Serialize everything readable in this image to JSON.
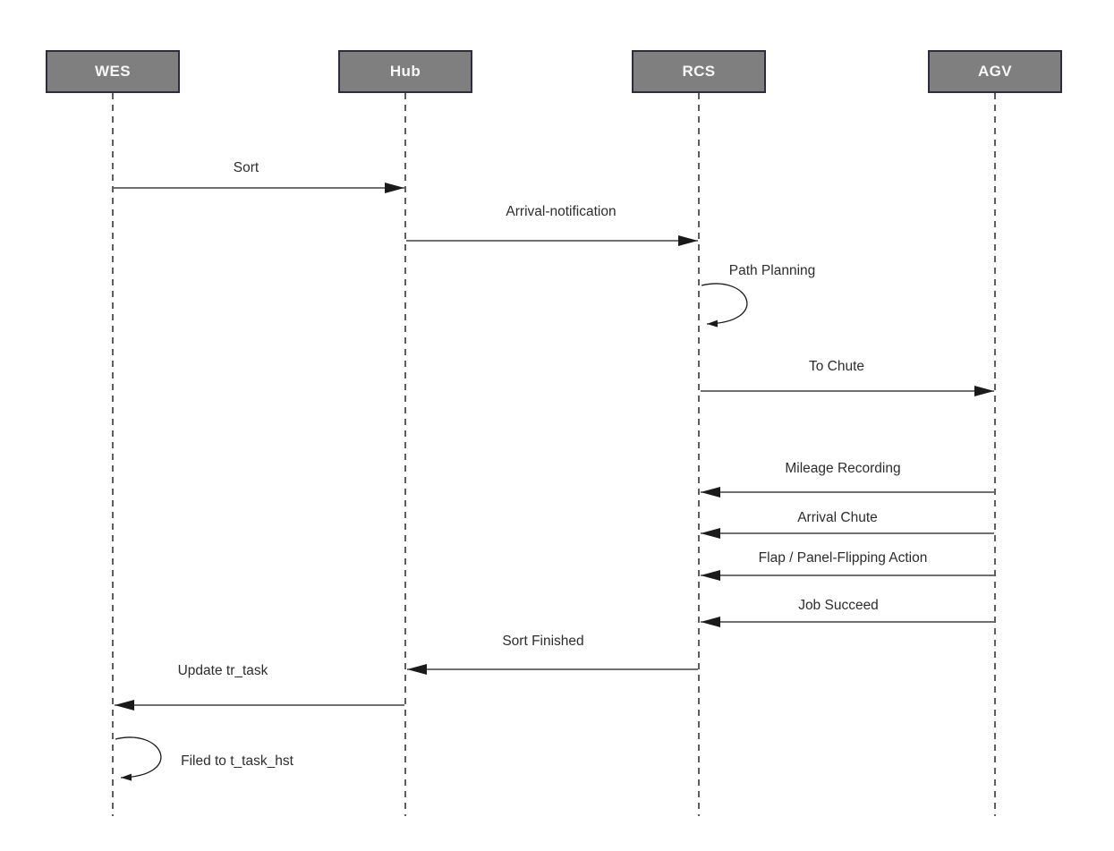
{
  "diagram": {
    "type": "sequence-diagram",
    "actors": [
      {
        "name": "WES"
      },
      {
        "name": "Hub"
      },
      {
        "name": "RCS"
      },
      {
        "name": "AGV"
      }
    ],
    "messages": [
      {
        "from": "WES",
        "to": "Hub",
        "kind": "arrow",
        "label": "Sort"
      },
      {
        "from": "Hub",
        "to": "RCS",
        "kind": "arrow",
        "label": "Arrival-notification"
      },
      {
        "from": "RCS",
        "to": "RCS",
        "kind": "self-loop",
        "label": "Path Planning"
      },
      {
        "from": "RCS",
        "to": "AGV",
        "kind": "arrow",
        "label": "To Chute"
      },
      {
        "from": "AGV",
        "to": "RCS",
        "kind": "arrow",
        "label": "Mileage Recording"
      },
      {
        "from": "AGV",
        "to": "RCS",
        "kind": "arrow",
        "label": "Arrival Chute"
      },
      {
        "from": "AGV",
        "to": "RCS",
        "kind": "arrow",
        "label": "Flap / Panel-Flipping Action"
      },
      {
        "from": "AGV",
        "to": "RCS",
        "kind": "arrow",
        "label": "Job Succeed"
      },
      {
        "from": "RCS",
        "to": "Hub",
        "kind": "arrow",
        "label": "Sort Finished"
      },
      {
        "from": "Hub",
        "to": "WES",
        "kind": "arrow",
        "label": "Update tr_task"
      },
      {
        "from": "WES",
        "to": "WES",
        "kind": "self-loop",
        "label": "Filed to t_task_hst"
      }
    ],
    "colors": {
      "background": "#ffffff",
      "actor_fill": "#7f7f7f",
      "actor_border": "#2d2d42",
      "actor_text": "#f7f7f7",
      "line_color": "#1a1a1a",
      "label_text": "#2d2d2d"
    }
  }
}
